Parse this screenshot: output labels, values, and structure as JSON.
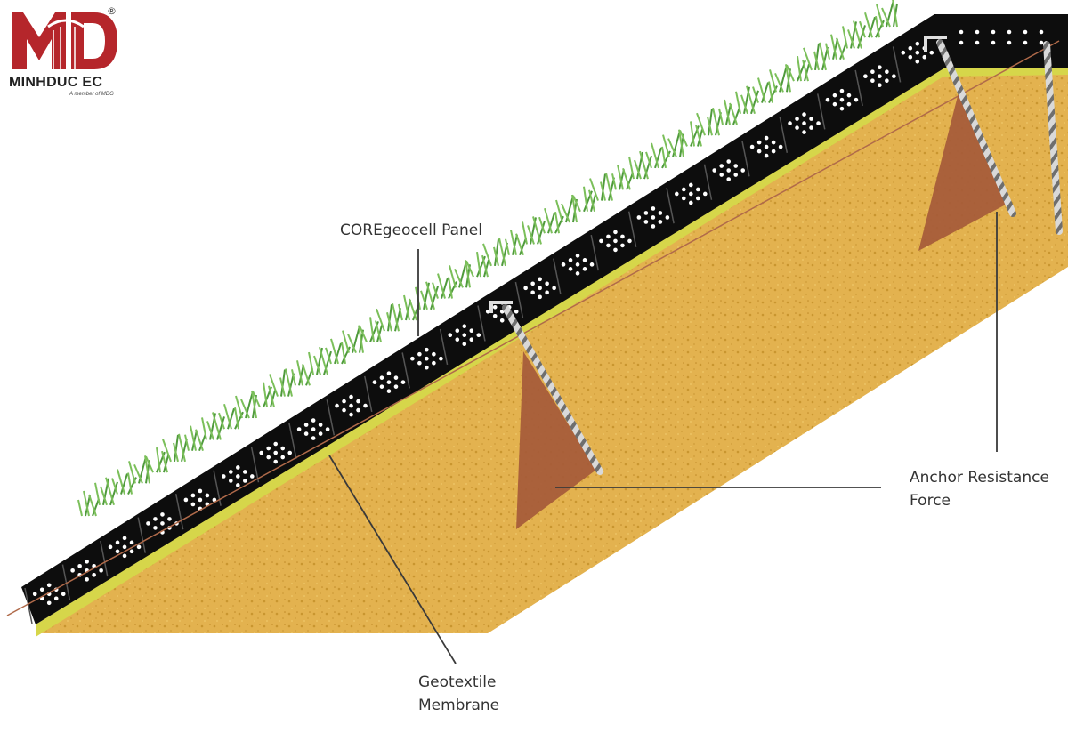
{
  "logo": {
    "name": "MINHDUC EC",
    "tagline": "A member of MDG",
    "mark": "®",
    "color": "#b5262b"
  },
  "labels": {
    "panel": "COREgeocell Panel",
    "anchor_line1": "Anchor Resistance",
    "anchor_line2": "Force",
    "geotextile_line1": "Geotextile",
    "geotextile_line2": "Membrane"
  },
  "colors": {
    "soil": "#e3b24f",
    "soil_dark": "#c9962f",
    "geocell": "#0d0d0d",
    "membrane": "#d6d64a",
    "force_triangle": "#a55a3a",
    "grass": "#4f9a3c",
    "leader_line": "#3a3a3a"
  }
}
